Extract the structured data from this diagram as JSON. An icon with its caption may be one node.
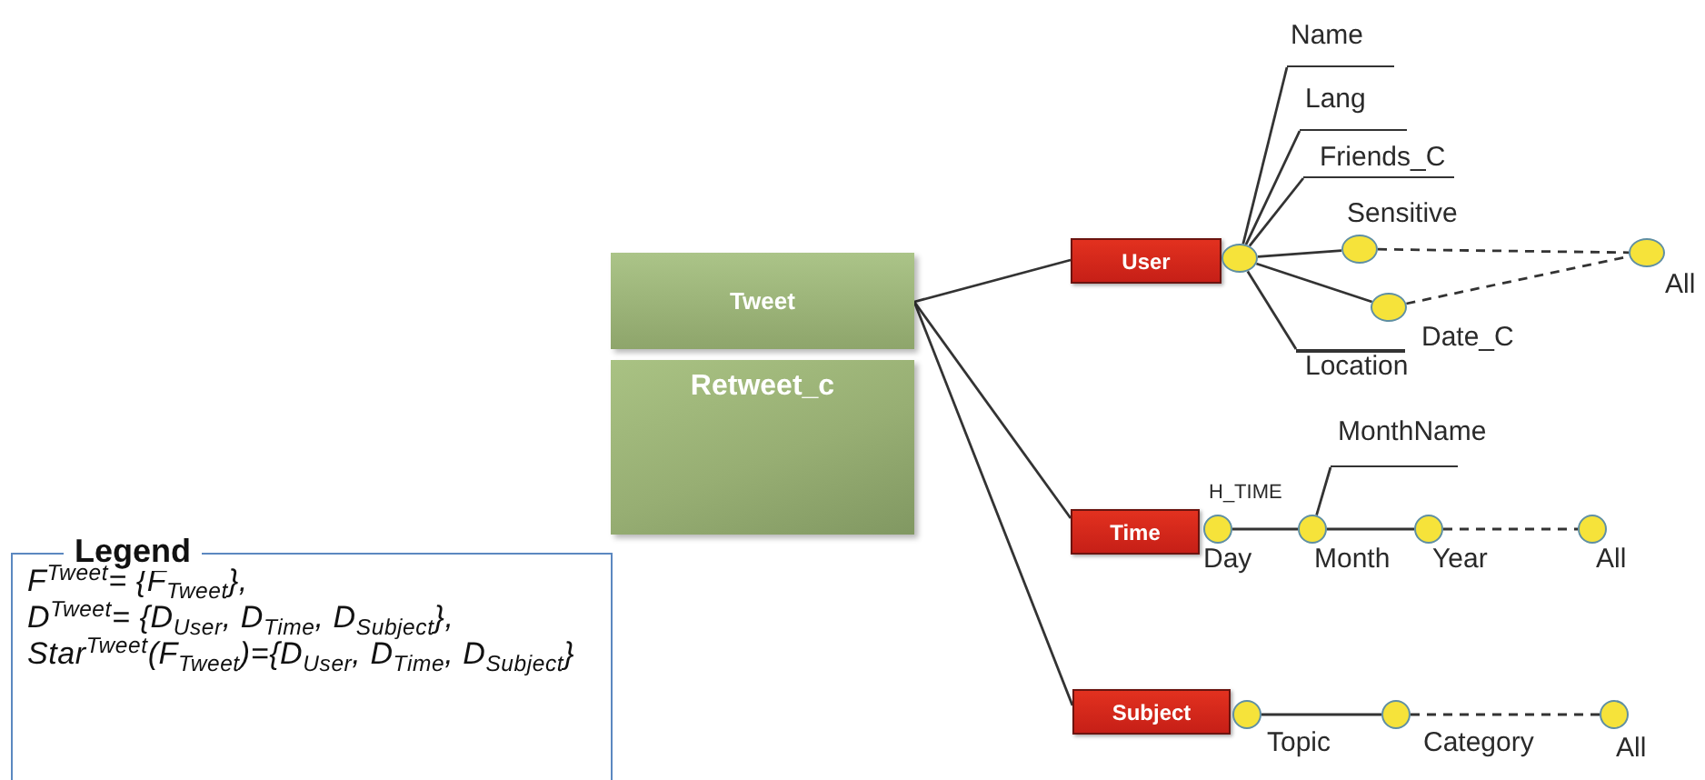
{
  "diagram": {
    "nodes": [
      {
        "text": [
          "Tweet"
        ]
      },
      {
        "text": [
          "Retweet_c"
        ]
      },
      {
        "text": [
          "User"
        ]
      },
      {
        "text": [
          "Time"
        ]
      },
      {
        "text": [
          "Subject"
        ]
      },
      {
        "text": [],
        "shape": "circle"
      },
      {
        "text": [
          "Name"
        ]
      },
      {
        "text": [
          "Lang"
        ]
      },
      {
        "text": [
          "Friends_C"
        ]
      },
      {
        "text": [],
        "shape": "circle",
        "beside": [
          "Sensitive"
        ]
      },
      {
        "text": [],
        "shape": "circle",
        "beside": [
          "Date_C"
        ]
      },
      {
        "text": [],
        "shape": "circle",
        "beside": [
          "All"
        ]
      },
      {
        "text": [
          "Location"
        ]
      },
      {
        "text": [],
        "shape": "circle",
        "beside": [
          "Day"
        ]
      },
      {
        "text": [],
        "shape": "circle",
        "beside": [
          "Month"
        ]
      },
      {
        "text": [
          "MonthName"
        ]
      },
      {
        "text": [],
        "shape": "circle",
        "beside": [
          "Year"
        ]
      },
      {
        "text": [],
        "shape": "circle",
        "beside": [
          "All"
        ]
      },
      {
        "text": [],
        "shape": "circle",
        "beside": [
          "Topic"
        ]
      },
      {
        "text": [],
        "shape": "circle",
        "beside": [
          "Category"
        ]
      },
      {
        "text": [],
        "shape": "circle",
        "beside": [
          "All"
        ]
      },
      {
        "text": [
          "Legend",
          "F$^{Tweet}$= {F$_{Tweet}$},",
          "D$^{Tweet}$= {D$_{User}$, D$_{Time}$, D$_{Subject}$},",
          "Star$^{Tweet}$(F$_{Tweet}$)={D$_{User}$, D$_{Time}$, D$_{Subject}$}"
        ]
      }
    ],
    "edges": [
      {
        "from": 0,
        "to": 2,
        "arrow": "none"
      },
      {
        "from": 0,
        "to": 3,
        "arrow": "none"
      },
      {
        "from": 0,
        "to": 4,
        "arrow": "none"
      },
      {
        "from": 5,
        "to": 6,
        "arrow": "none"
      },
      {
        "from": 5,
        "to": 7,
        "arrow": "none"
      },
      {
        "from": 5,
        "to": 8,
        "arrow": "none"
      },
      {
        "from": 5,
        "to": 9,
        "arrow": "none"
      },
      {
        "from": 5,
        "to": 10,
        "arrow": "none"
      },
      {
        "from": 5,
        "to": 12,
        "arrow": "none"
      },
      {
        "from": 9,
        "to": 11,
        "arrow": "none",
        "style": "dashed"
      },
      {
        "from": 10,
        "to": 11,
        "arrow": "none",
        "style": "dashed"
      },
      {
        "from": 13,
        "to": 14,
        "arrow": "none"
      },
      {
        "from": 14,
        "to": 16,
        "arrow": "none"
      },
      {
        "from": 16,
        "to": 17,
        "arrow": "none",
        "style": "dashed"
      },
      {
        "from": 14,
        "to": 15,
        "arrow": "none"
      },
      {
        "from": 18,
        "to": 19,
        "arrow": "none"
      },
      {
        "from": 19,
        "to": 20,
        "arrow": "none",
        "style": "dashed"
      }
    ],
    "labels": [
      "H_TIME"
    ]
  }
}
